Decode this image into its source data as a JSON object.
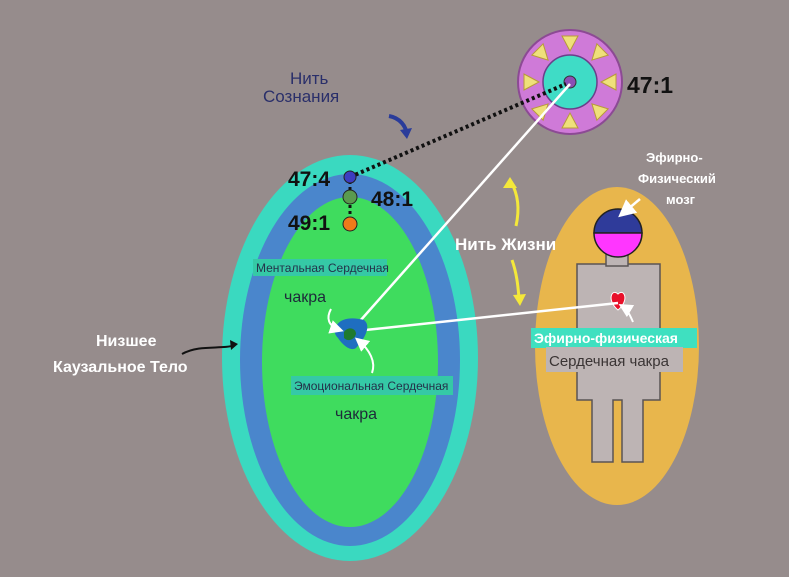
{
  "colors": {
    "background": "#968c8c",
    "causal_outer": "#3ad9c0",
    "causal_ring": "#4a86cc",
    "causal_inner": "#3fdc5e",
    "monad_ring": "#cf7ad8",
    "monad_inner": "#3fdcc6",
    "monad_core": "#8a4fb5",
    "human_aura": "#e8b64c",
    "human_body": "#bdb4b4",
    "head_top": "#2f3b9a",
    "head_bottom": "#ff36ff",
    "heart": "#e8102a",
    "yellow_arrow": "#f4e83a",
    "consciousness_arrow": "#2a3c9a"
  },
  "labels": {
    "thread_consciousness_1": "Нить",
    "thread_consciousness_2": "Сознания",
    "life_thread": "Нить Жизни",
    "monad": "47:1",
    "point_47_4": "47:4",
    "point_48_1": "48:1",
    "point_49_1": "49:1",
    "mental_heart_1": "Ментальная Сердечная",
    "mental_heart_2": "чакра",
    "emotional_heart_1": "Эмоциональная Сердечная",
    "emotional_heart_2": "чакра",
    "lower_causal_1": "Низшее",
    "lower_causal_2": "Каузальное Тело",
    "etheric_brain_1": "Эфирно-",
    "etheric_brain_2": "Физический",
    "etheric_brain_3": "мозг",
    "etheric_heart_1": "Эфирно-физическая",
    "etheric_heart_2": "Сердечная чакра"
  }
}
